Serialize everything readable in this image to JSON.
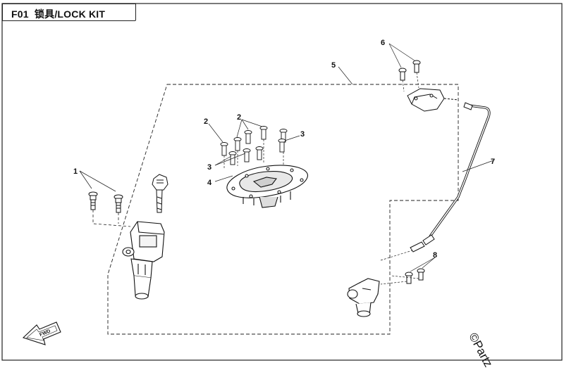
{
  "header": {
    "page_code": "F01",
    "title_cn": "锁具",
    "title_en": "LOCK KIT"
  },
  "callouts": [
    "1",
    "2",
    "2",
    "3",
    "3",
    "4",
    "5",
    "6",
    "7",
    "8"
  ],
  "fwd_label": "FWD",
  "watermark": "©Partz",
  "colors": {
    "line": "#222222",
    "outline": "#111111",
    "background": "#ffffff"
  }
}
